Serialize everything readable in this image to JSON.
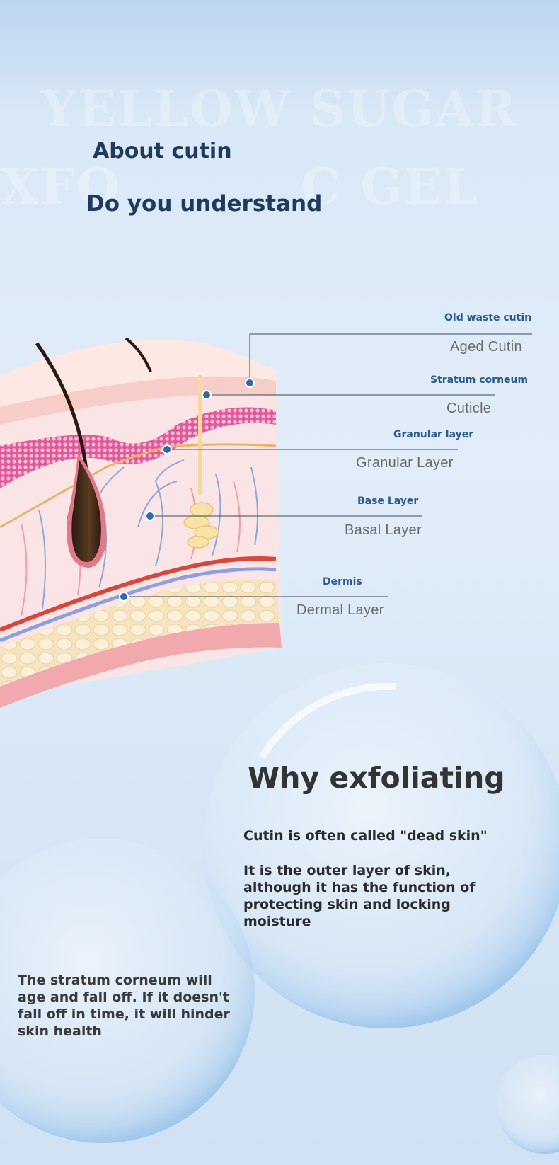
{
  "watermark": {
    "line1": "YELLOW SUGAR",
    "line2a": "XFO",
    "line2b": "C GEL"
  },
  "intro": {
    "title": "About cutin",
    "subtitle": "Do you understand"
  },
  "diagram": {
    "labels": [
      {
        "en": "Old waste cutin",
        "sub": "Aged Cutin"
      },
      {
        "en": "Stratum corneum",
        "sub": "Cuticle"
      },
      {
        "en": "Granular layer",
        "sub": "Granular Layer"
      },
      {
        "en": "Base Layer",
        "sub": "Basal Layer"
      },
      {
        "en": "Dermis",
        "sub": "Dermal Layer"
      }
    ]
  },
  "why": {
    "heading": "Why exfoliating",
    "p1": "Cutin is often called \"dead skin\"",
    "p2": "It is the outer layer of skin, although it has the function of protecting skin and locking moisture"
  },
  "aging": {
    "text": "The stratum corneum will age and fall off. If it doesn't fall off in time, it will hinder skin health"
  },
  "colors": {
    "accent": "#2a5a8e",
    "title": "#1f3a5c",
    "leader": "#3a4a58",
    "dot": "#2f6aa8"
  }
}
